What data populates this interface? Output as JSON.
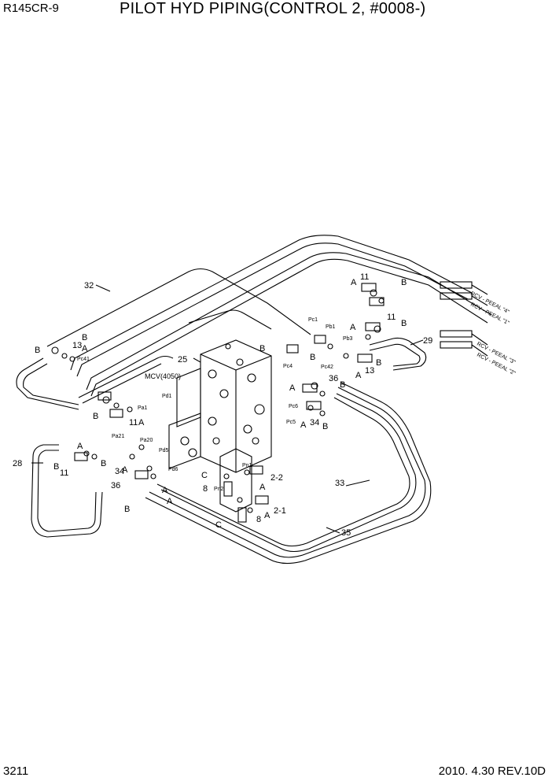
{
  "header": {
    "model": "R145CR-9",
    "title": "PILOT HYD PIPING(CONTROL 2, #0008-)"
  },
  "footer": {
    "page": "3211",
    "date_rev": "2010. 4.30  REV.10D"
  },
  "valve_label": "MCV(4050)",
  "rcv_labels": [
    "RCV - PEEAL \"4\"",
    "RCV - PEEAL \"1\"",
    "RCV - PEEAL \"3\"",
    "RCV - PEEAL \"2\""
  ],
  "part_numbers": [
    "32",
    "13",
    "25",
    "28",
    "11",
    "36",
    "34",
    "33",
    "35",
    "29",
    "2-2",
    "2-1",
    "8",
    "11",
    "13",
    "36",
    "34",
    "11",
    "13",
    "8",
    "34",
    "36",
    "11"
  ],
  "port_letters": [
    "A",
    "B",
    "C"
  ],
  "port_codes": [
    "Pc1",
    "Pb1",
    "Pb3",
    "Pc4",
    "Pc42",
    "Pc6",
    "Pc5",
    "Pc41",
    "Pd1",
    "Pa1",
    "Pa21",
    "Pa20",
    "Pd5",
    "Pd6",
    "Pn2",
    "Pn1"
  ]
}
